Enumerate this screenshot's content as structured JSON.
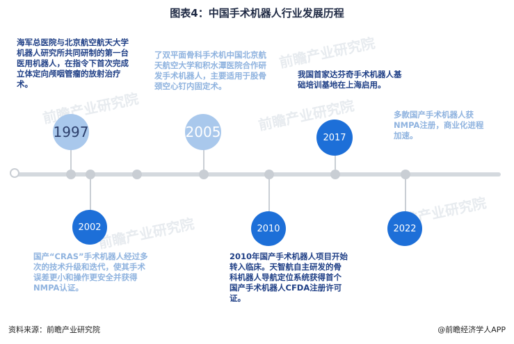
{
  "title": "图表4：中国手术机器人行业发展历程",
  "watermark": "前瞻产业研究院",
  "events": [
    {
      "year": "1997",
      "text": "海军总医院与北京航空航天大学机器人研究所共同研制的第一台医用机器人，在指令下首次完成立体定向颅咽管瘤的放射治疗术。"
    },
    {
      "year": "2002",
      "text": "国产“CRAS”手术机器人经过多次的技术升级和迭代，使其手术误差更小和操作更安全并获得NMPA认证。"
    },
    {
      "year": "2005",
      "text": "了双平面骨科手术机中国北京航天航空大学和积水潭医院合作研发手术机器人，主要适用于股骨颈空心钉内固定术。"
    },
    {
      "year": "2010",
      "text": "2010年国产手术机器人项目开始转入临床。天智航自主研发的骨科机器人导航定位系统获得首个国产手术机器人CFDA注册许可证。"
    },
    {
      "year": "2017",
      "text": "我国首家达芬奇手术机器人基础培训基地在上海启用。"
    },
    {
      "year": "2022",
      "text": "多款国产手术机器人获NMPA注册，商业化进程加速。"
    }
  ],
  "footer": {
    "source": "资料来源：前瞻产业研究院",
    "brand": "@前瞻经济学人APP"
  },
  "colors": {
    "dark_blue": "#1d6fd8",
    "light_blue": "#a9c8ec",
    "text_dark": "#1f3f86",
    "text_light": "#8fb3df",
    "axis": "#d4d9de"
  }
}
